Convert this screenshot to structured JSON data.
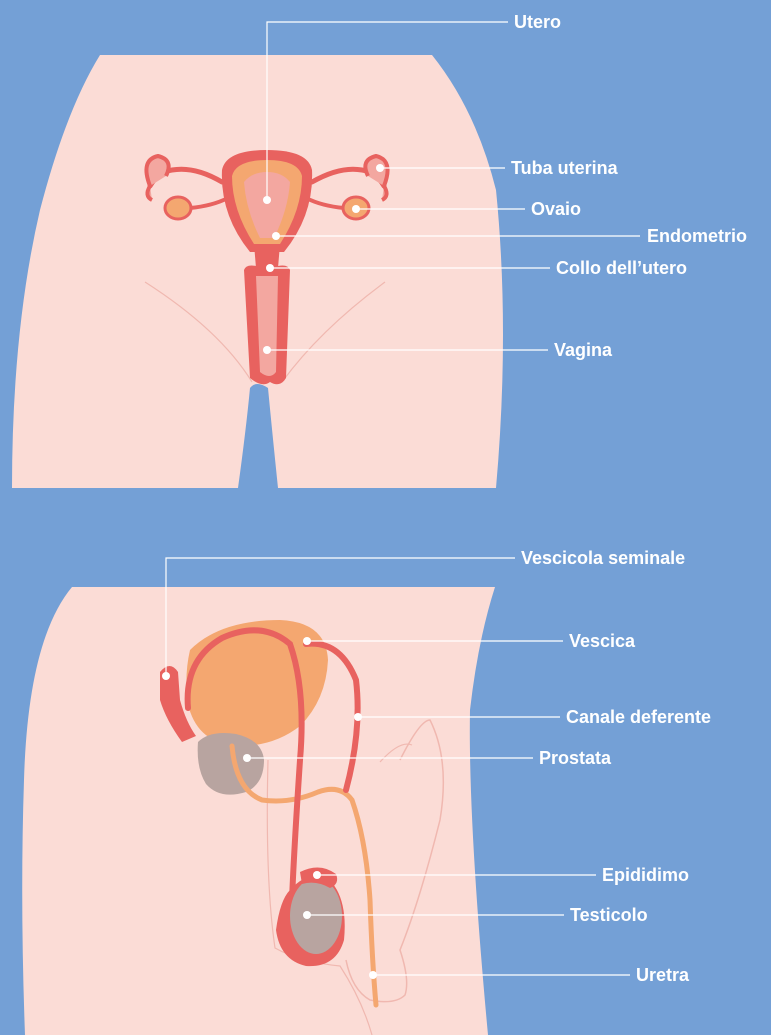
{
  "female": {
    "labels": {
      "utero": "Utero",
      "tuba": "Tuba uterina",
      "ovaio": "Ovaio",
      "endometrio": "Endometrio",
      "collo": "Collo dell’utero",
      "vagina": "Vagina"
    }
  },
  "male": {
    "labels": {
      "vescicola": "Vescicola seminale",
      "vescica": "Vescica",
      "canale": "Canale deferente",
      "prostata": "Prostata",
      "epididimo": "Epididimo",
      "testicolo": "Testicolo",
      "uretra": "Uretra"
    }
  },
  "colors": {
    "background": "#74a0d6",
    "skin": "#fbdcd6",
    "organ_red": "#e8625f",
    "organ_pink": "#f3a7a0",
    "organ_orange": "#f4a770",
    "gland_gray": "#b8a4a0",
    "line": "#ffffff"
  }
}
